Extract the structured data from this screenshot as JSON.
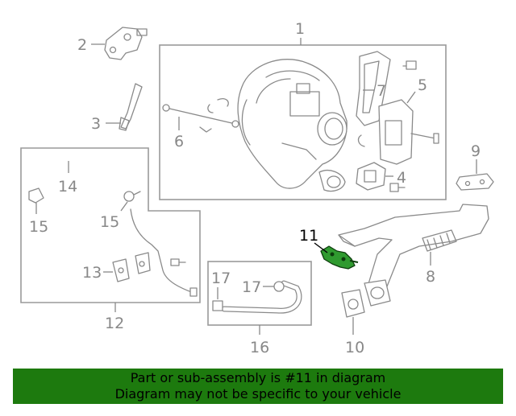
{
  "callouts": {
    "c1": "1",
    "c2": "2",
    "c3": "3",
    "c4": "4",
    "c5": "5",
    "c6": "6",
    "c7": "7",
    "c8": "8",
    "c9": "9",
    "c10": "10",
    "c11": "11",
    "c12": "12",
    "c13": "13",
    "c14": "14",
    "c15a": "15",
    "c15b": "15",
    "c16": "16",
    "c17a": "17",
    "c17b": "17"
  },
  "highlight": {
    "part": "11",
    "color": "#2f9a2f"
  },
  "banner": {
    "line1": "Part or sub-assembly is #11 in diagram",
    "line2": "Diagram may not be specific to your vehicle",
    "background": "#1d7a0e"
  }
}
